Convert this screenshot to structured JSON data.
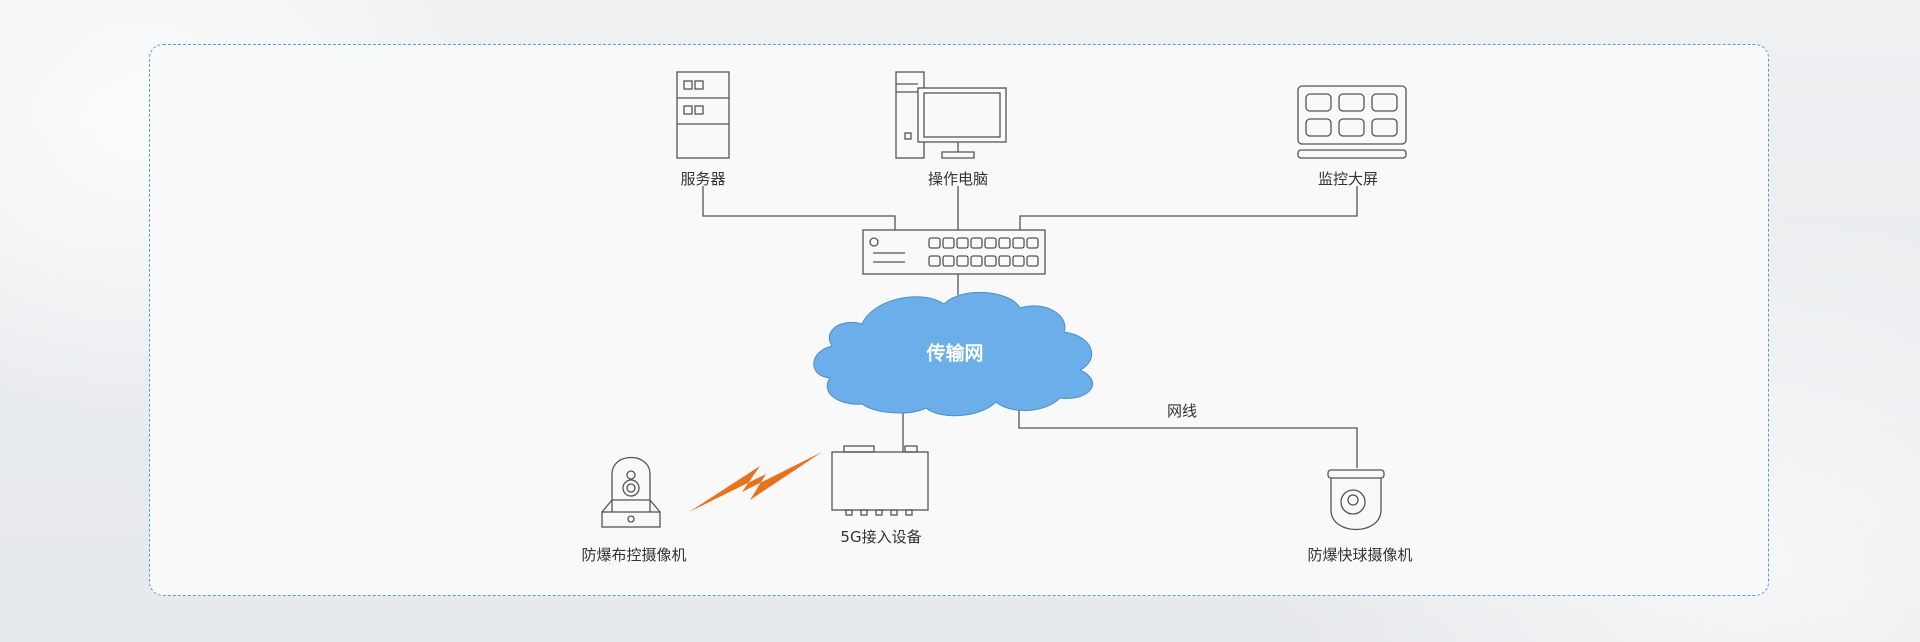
{
  "diagram": {
    "nodes": {
      "server": "服务器",
      "pc": "操作电脑",
      "screen": "监控大屏",
      "network": "传输网",
      "gateway": "5G接入设备",
      "camera_fixed": "防爆布控摄像机",
      "camera_dome": "防爆快球摄像机"
    },
    "edge_labels": {
      "cable": "网线"
    },
    "colors": {
      "cloud": "#6aaeea",
      "wireless": "#e8711a",
      "border": "#5b9bd5",
      "line": "#555555"
    }
  }
}
